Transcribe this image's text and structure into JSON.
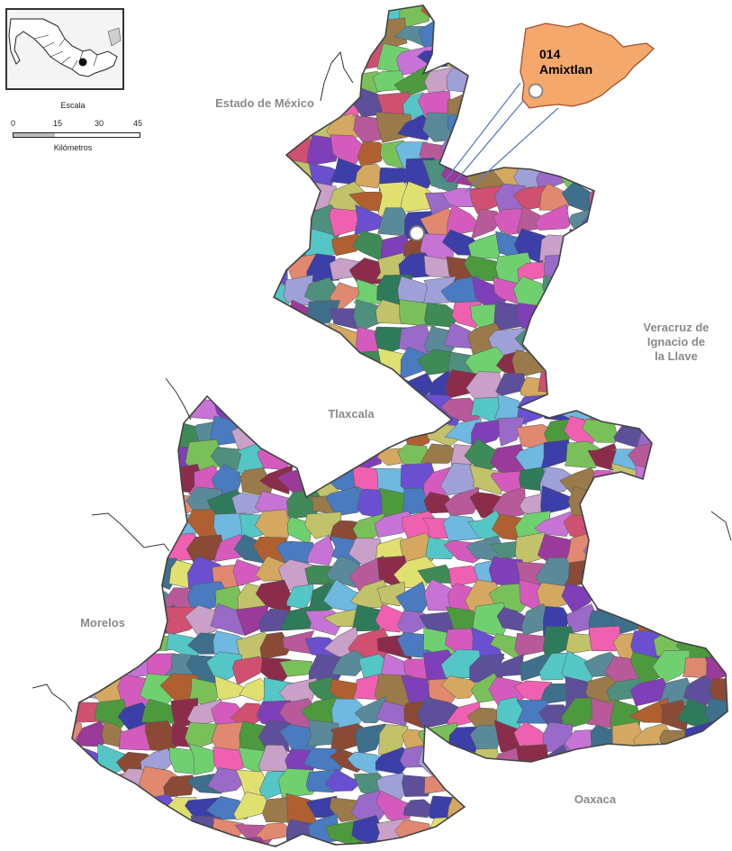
{
  "neighbor_states": [
    {
      "id": "estado-de-mexico",
      "text": "Estado de México"
    },
    {
      "id": "veracruz",
      "text": "Veracruz de\nIgnacio de\nla Llave"
    },
    {
      "id": "tlaxcala",
      "text": "Tlaxcala"
    },
    {
      "id": "morelos",
      "text": "Morelos"
    },
    {
      "id": "oaxaca",
      "text": "Oaxaca"
    }
  ],
  "scale": {
    "title": "Escala",
    "ticks": [
      "0",
      "15",
      "30",
      "45"
    ],
    "unit": "Kilómetros"
  },
  "highlight": {
    "code": "014",
    "name": "Amixtlan",
    "fill_color": "#f5a86b",
    "outline_color": "#a0522d"
  },
  "colors": {
    "leader_lines": "#5b7fc4",
    "municipality_borders": "#555555",
    "rivers": "#333333"
  }
}
